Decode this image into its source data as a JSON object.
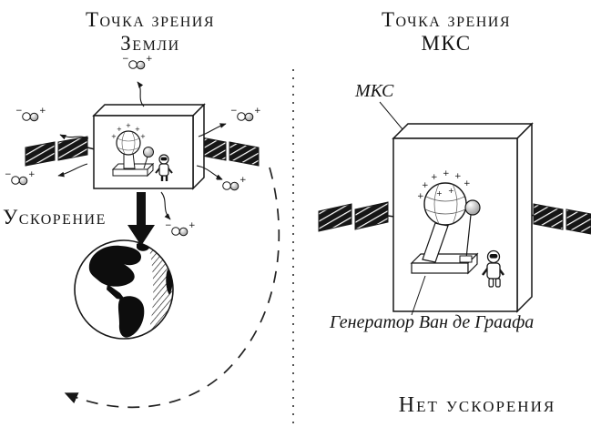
{
  "left_panel": {
    "title_line1": "Точка зрения",
    "title_line2": "Земли",
    "acceleration_label": "Ускорение"
  },
  "right_panel": {
    "title_line1": "Точка зрения",
    "title_line2": "МКС",
    "iss_label": "МКС",
    "generator_label": "Генератор Ван де Граафа",
    "no_acceleration_label": "Нет ускорения"
  },
  "symbols": {
    "minus": "−",
    "plus": "+"
  },
  "colors": {
    "ink": "#161616",
    "background": "#ffffff"
  }
}
